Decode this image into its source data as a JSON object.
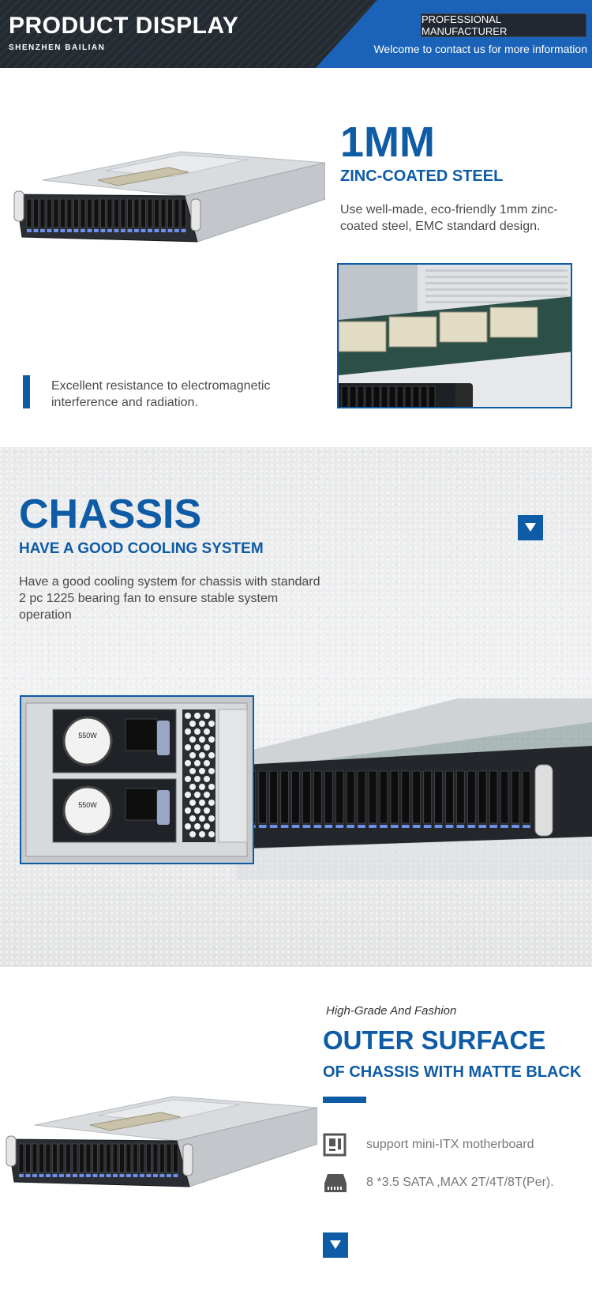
{
  "header": {
    "title": "PRODUCT DISPLAY",
    "subtitle": "SHENZHEN BAILIAN",
    "badge": "PROFESSIONAL MANUFACTURER",
    "welcome": "Welcome to contact us for more information"
  },
  "section1": {
    "title": "1MM",
    "subtitle": "ZINC-COATED STEEL",
    "description": "Use well-made, eco-friendly 1mm zinc-coated steel, EMC standard design.",
    "emi_text": "Excellent resistance to electromagnetic interference and radiation."
  },
  "section2": {
    "title": "CHASSIS",
    "subtitle": "HAVE A GOOD COOLING SYSTEM",
    "description": "Have a good cooling system for chassis with standard 2 pc 1225 bearing fan to ensure stable system operation",
    "psu_label": "550W"
  },
  "section3": {
    "tagline": "High-Grade And Fashion",
    "title": "OUTER SURFACE",
    "subtitle": "OF CHASSIS WITH MATTE BLACK",
    "features": [
      {
        "icon": "motherboard-icon",
        "label": "support mini-ITX motherboard"
      },
      {
        "icon": "hard-drive-icon",
        "label": "8 *3.5 SATA ,MAX 2T/4T/8T(Per)."
      }
    ]
  },
  "colors": {
    "accent": "#0e5ba6",
    "header_dark": "#232a31",
    "header_blue": "#1a63b8"
  }
}
